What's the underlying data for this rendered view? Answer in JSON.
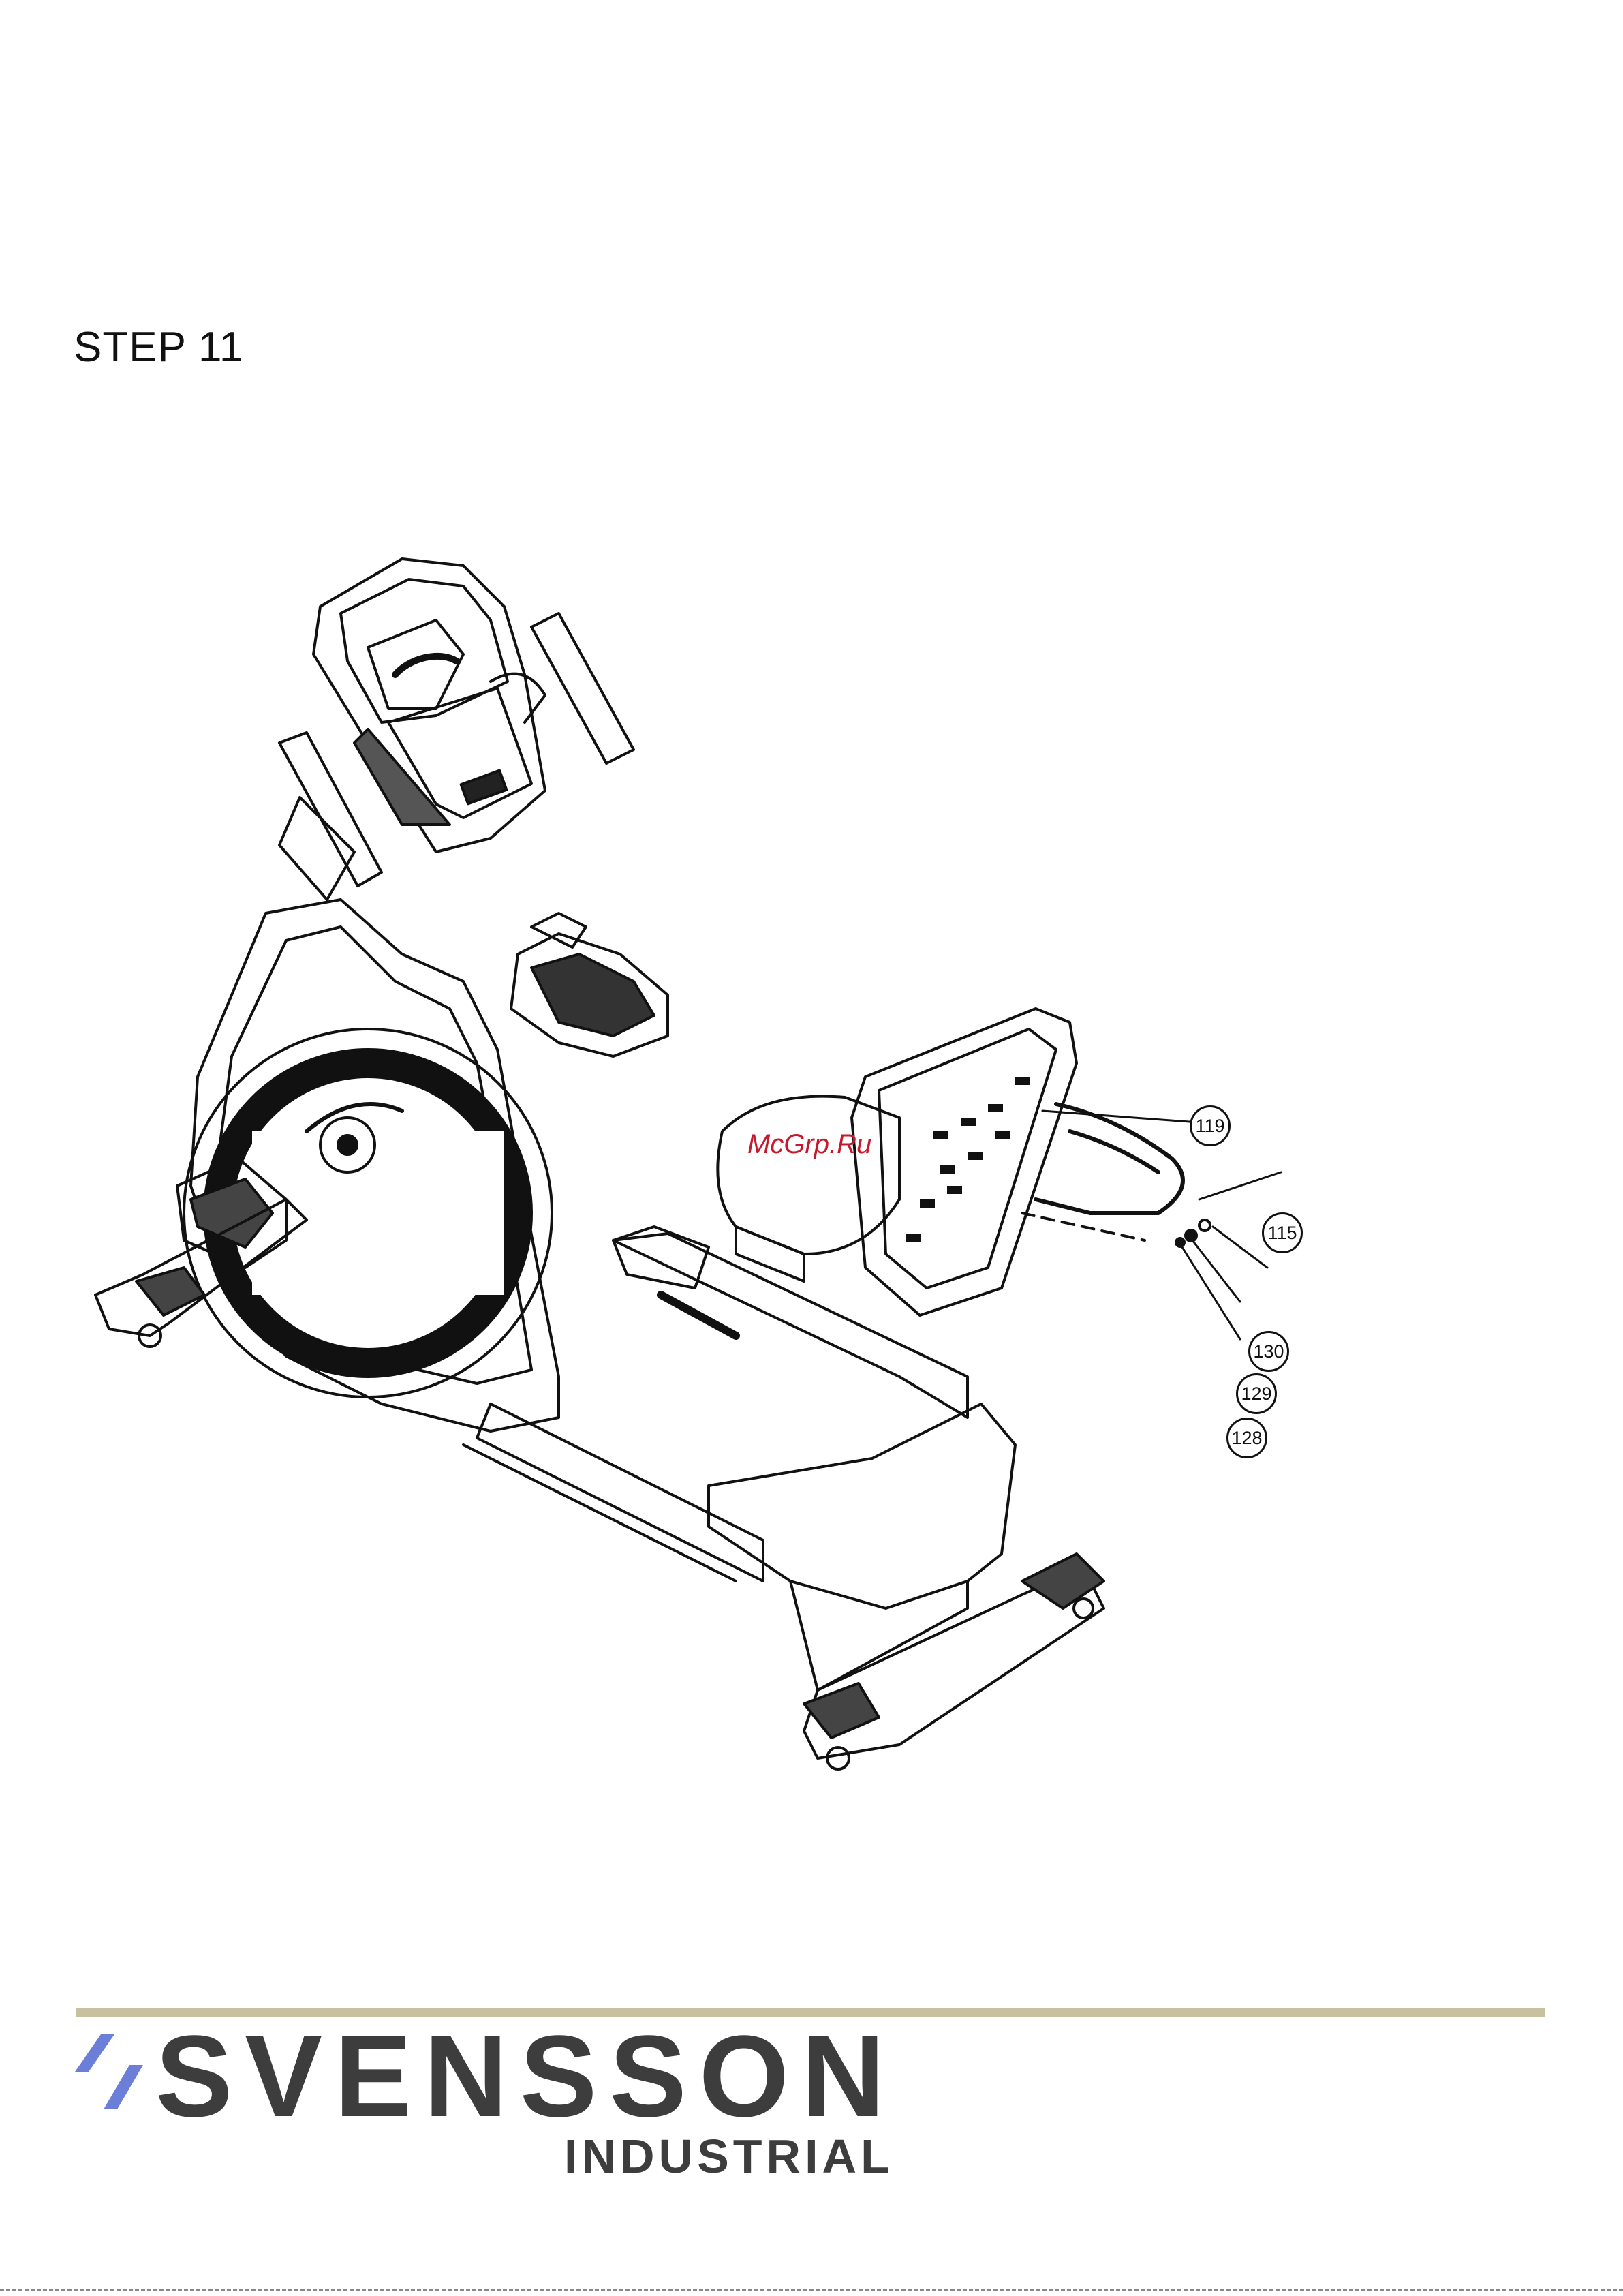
{
  "page": {
    "step_title": "STEP 11",
    "watermark": "McGrp.Ru"
  },
  "callouts": [
    {
      "label": "119"
    },
    {
      "label": "115"
    },
    {
      "label": "130"
    },
    {
      "label": "129"
    },
    {
      "label": "128"
    }
  ],
  "footer": {
    "brand": "SVENSSON",
    "brand_sub": "INDUSTRIAL",
    "rule_color": "#c8c1a0",
    "mark_color": "#6b7fd8",
    "text_color": "#3d3d3d"
  },
  "drawing": {
    "subject": "recumbent-exercise-bike",
    "icon": "bike-assembly-illustration"
  }
}
